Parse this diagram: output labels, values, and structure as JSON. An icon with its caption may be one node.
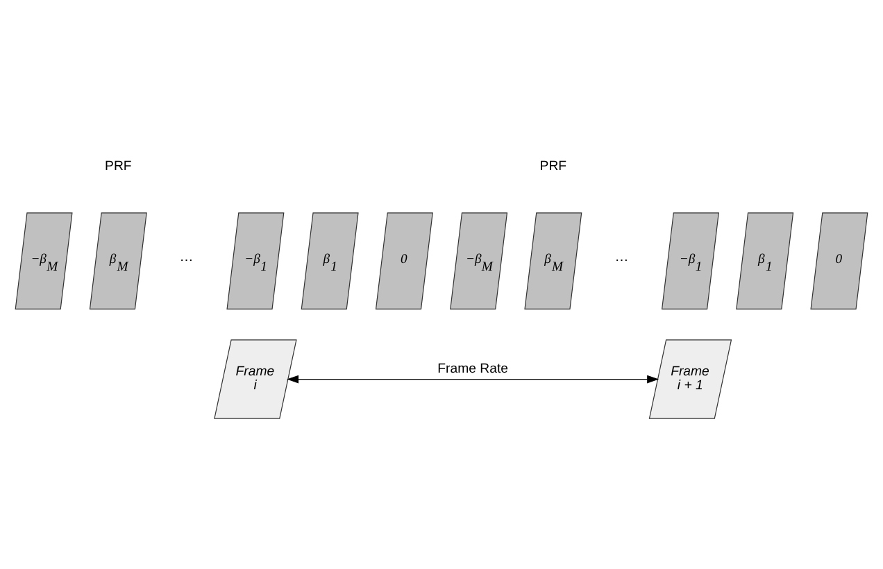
{
  "diagram": {
    "nodes": [
      {
        "text": [
          "−β$_{M}$"
        ]
      },
      {
        "text": [
          "β$_{M}$"
        ]
      },
      {
        "text": [
          "−β$_{1}$"
        ]
      },
      {
        "text": [
          "β$_{1}$"
        ]
      },
      {
        "text": [
          "0"
        ]
      },
      {
        "text": [
          "−β$_{M}$"
        ]
      },
      {
        "text": [
          "β$_{M}$"
        ]
      },
      {
        "text": [
          "−β$_{1}$"
        ]
      },
      {
        "text": [
          "β$_{1}$"
        ]
      },
      {
        "text": [
          "0"
        ]
      },
      {
        "text": [
          "Frame i"
        ]
      },
      {
        "text": [
          "Frame i + 1"
        ]
      }
    ],
    "edges": [
      {
        "from": 10,
        "to": 11,
        "arrow": "both",
        "label": "Frame Rate"
      }
    ],
    "labels": [
      "PRF",
      "PRF",
      "⋯",
      "⋯"
    ]
  }
}
